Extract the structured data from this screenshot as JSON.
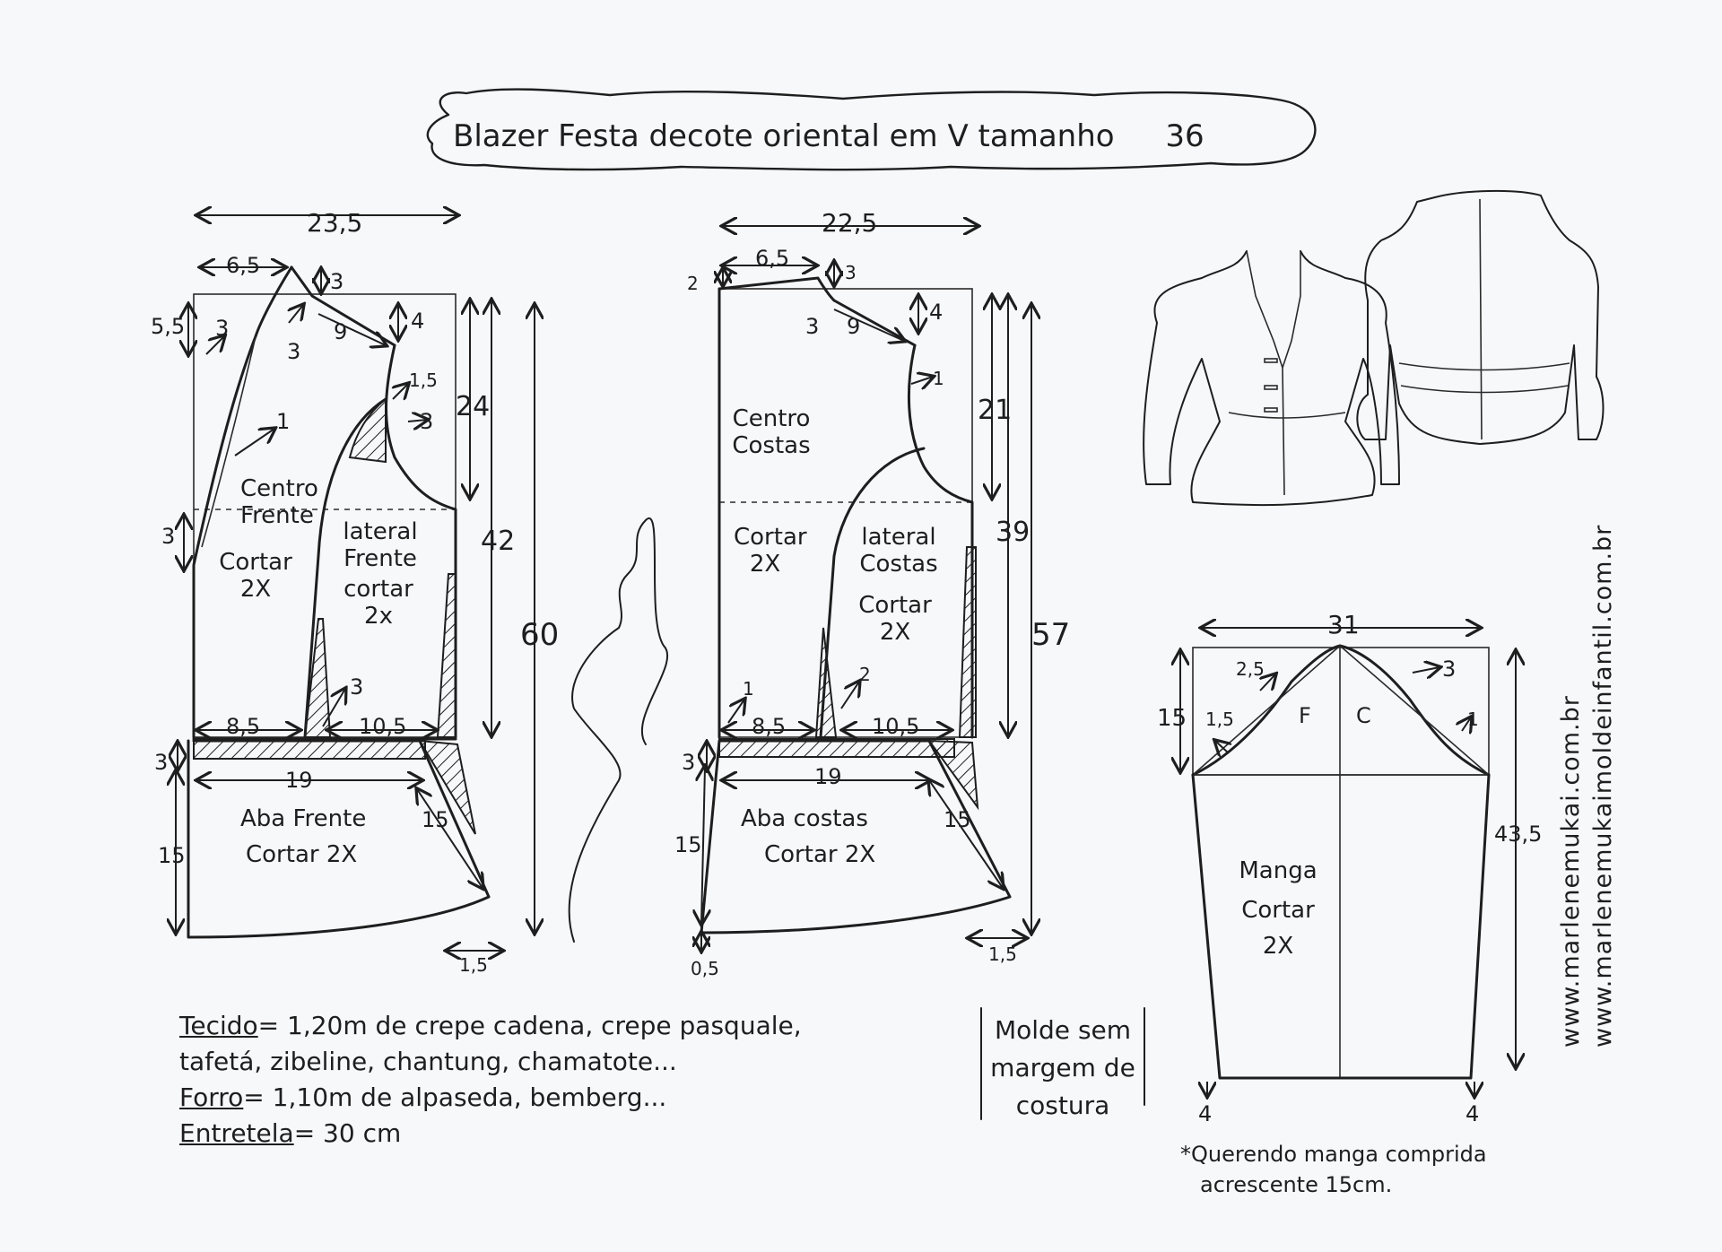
{
  "title": "Blazer Festa decote oriental em V tamanho",
  "size": "36",
  "front_bodice": {
    "width": "23,5",
    "neck_width": "6,5",
    "neck_drop": "3",
    "shoulder": "9",
    "shoulder_slope": "4",
    "dart_3": "3",
    "side_5_5": "5,5",
    "neck_point": "3",
    "front_curve": "1",
    "lapel_3": "3",
    "armhole_1_5": "1,5",
    "armhole_3": "3",
    "height_24": "24",
    "height_42": "42",
    "height_60": "60",
    "waist_left": "8,5",
    "waist_right": "10,5",
    "waist_dart": "3",
    "centre_label": "Centro Frente",
    "centre_cut": "Cortar 2X",
    "side_label": "lateral Frente",
    "side_cut": "cortar 2x"
  },
  "front_peplum": {
    "band": "3",
    "width": "19",
    "height": "15",
    "slant": "15",
    "hem_offset": "1,5",
    "label": "Aba Frente",
    "cut": "Cortar 2X"
  },
  "back_bodice": {
    "width": "22,5",
    "neck_width": "6,5",
    "neck_rise": "2",
    "neck_drop": "3",
    "neck_point": "3",
    "shoulder": "9",
    "shoulder_slope": "4",
    "armhole": "1",
    "height_21": "21",
    "height_39": "39",
    "height_57": "57",
    "waist_left": "8,5",
    "waist_right": "10,5",
    "waist_dart_l": "1",
    "waist_dart_r": "2",
    "centre_label": "Centro Costas",
    "centre_cut": "Cortar 2X",
    "side_label": "lateral Costas",
    "side_cut": "Cortar 2X"
  },
  "back_peplum": {
    "band": "3",
    "width": "19",
    "height": "15",
    "slant": "15",
    "hem_offset": "0,5",
    "hem_right": "1,5",
    "label": "Aba costas",
    "cut": "Cortar 2X"
  },
  "sleeve": {
    "width": "31",
    "cap_height": "15",
    "cap_left_1_5": "1,5",
    "cap_left_2_5": "2,5",
    "cap_right_3": "3",
    "cap_right_1": "1",
    "front_mark": "F",
    "back_mark": "C",
    "length": "43,5",
    "hem_left": "4",
    "hem_right": "4",
    "label": "Manga",
    "cut_line1": "Cortar",
    "cut_line2": "2X"
  },
  "seam_note": {
    "line1": "Molde sem",
    "line2": "margem de",
    "line3": "costura"
  },
  "fabric_notes": {
    "tecido_label": "Tecido",
    "tecido_text": "= 1,20m  de crepe cadena, crepe pasquale,",
    "tecido_line2": "tafetá, zibeline, chantung, chamatote...",
    "forro_label": "Forro",
    "forro_text": "= 1,10m  de alpaseda, bemberg...",
    "entretela_label": "Entretela",
    "entretela_text": "= 30 cm"
  },
  "sleeve_note": {
    "line1": "*Querendo manga comprida",
    "line2": "acrescente 15cm."
  },
  "websites": {
    "site1": "www.marlenemukai.com.br",
    "site2": "www.marlenemukaimoldeinfantil.com.br"
  },
  "signature": "Marlene Mukai"
}
